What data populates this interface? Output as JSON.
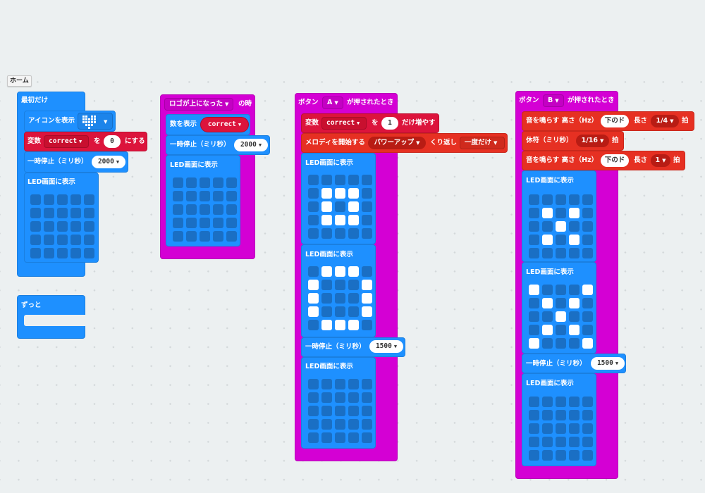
{
  "toolbar": {
    "home_label": "ホーム"
  },
  "colors": {
    "workspace_bg": "#ecf0f1",
    "basic_blue": "#1e90ff",
    "input_magenta": "#d400d4",
    "variables_crimson": "#dc143c",
    "music_red": "#e63022",
    "led_off": "#1a6fc4",
    "led_on": "#ffffff"
  },
  "stacks": {
    "on_start": {
      "hat": "最初だけ",
      "show_icon": {
        "label": "アイコンを表示",
        "icon": "heart-icon"
      },
      "set_var": {
        "label": "変数",
        "var": "correct",
        "to": "を",
        "value": "0",
        "suffix": "にする"
      },
      "pause": {
        "label": "一時停止（ミリ秒）",
        "value": "2000"
      },
      "show_leds": {
        "label": "LED画面に表示",
        "leds": [
          [
            0,
            0,
            0,
            0,
            0
          ],
          [
            0,
            0,
            0,
            0,
            0
          ],
          [
            0,
            0,
            0,
            0,
            0
          ],
          [
            0,
            0,
            0,
            0,
            0
          ],
          [
            0,
            0,
            0,
            0,
            0
          ]
        ]
      }
    },
    "forever": {
      "hat": "ずっと"
    },
    "on_logo_up": {
      "event": "ロゴが上になった",
      "suffix": "の時",
      "show_number": {
        "label": "数を表示",
        "var": "correct"
      },
      "pause": {
        "label": "一時停止（ミリ秒）",
        "value": "2000"
      },
      "show_leds": {
        "label": "LED画面に表示",
        "leds": [
          [
            0,
            0,
            0,
            0,
            0
          ],
          [
            0,
            0,
            0,
            0,
            0
          ],
          [
            0,
            0,
            0,
            0,
            0
          ],
          [
            0,
            0,
            0,
            0,
            0
          ],
          [
            0,
            0,
            0,
            0,
            0
          ]
        ]
      }
    },
    "on_button_a": {
      "prefix": "ボタン",
      "button": "A",
      "suffix": "が押されたとき",
      "change_var": {
        "label": "変数",
        "var": "correct",
        "by": "を",
        "value": "1",
        "suffix": "だけ増やす"
      },
      "melody": {
        "label": "メロディを開始する",
        "melody": "パワーアップ",
        "repeat_label": "くり返し",
        "repeat": "一度だけ"
      },
      "show_leds_1": {
        "label": "LED画面に表示",
        "leds": [
          [
            0,
            0,
            0,
            0,
            0
          ],
          [
            0,
            1,
            1,
            1,
            0
          ],
          [
            0,
            1,
            0,
            1,
            0
          ],
          [
            0,
            1,
            1,
            1,
            0
          ],
          [
            0,
            0,
            0,
            0,
            0
          ]
        ]
      },
      "show_leds_2": {
        "label": "LED画面に表示",
        "leds": [
          [
            0,
            1,
            1,
            1,
            0
          ],
          [
            1,
            0,
            0,
            0,
            1
          ],
          [
            1,
            0,
            0,
            0,
            1
          ],
          [
            1,
            0,
            0,
            0,
            1
          ],
          [
            0,
            1,
            1,
            1,
            0
          ]
        ]
      },
      "pause": {
        "label": "一時停止（ミリ秒）",
        "value": "1500"
      },
      "show_leds_3": {
        "label": "LED画面に表示",
        "leds": [
          [
            0,
            0,
            0,
            0,
            0
          ],
          [
            0,
            0,
            0,
            0,
            0
          ],
          [
            0,
            0,
            0,
            0,
            0
          ],
          [
            0,
            0,
            0,
            0,
            0
          ],
          [
            0,
            0,
            0,
            0,
            0
          ]
        ]
      }
    },
    "on_button_b": {
      "prefix": "ボタン",
      "button": "B",
      "suffix": "が押されたとき",
      "play_tone_1": {
        "label": "音を鳴らす 高さ（Hz）",
        "note": "下のド",
        "length_label": "長さ",
        "length": "1/4",
        "beat": "拍"
      },
      "rest": {
        "label": "休符（ミリ秒）",
        "length": "1/16",
        "beat": "拍"
      },
      "play_tone_2": {
        "label": "音を鳴らす 高さ（Hz）",
        "note": "下のド",
        "length_label": "長さ",
        "length": "1",
        "beat": "拍"
      },
      "show_leds_1": {
        "label": "LED画面に表示",
        "leds": [
          [
            0,
            0,
            0,
            0,
            0
          ],
          [
            0,
            1,
            0,
            1,
            0
          ],
          [
            0,
            0,
            1,
            0,
            0
          ],
          [
            0,
            1,
            0,
            1,
            0
          ],
          [
            0,
            0,
            0,
            0,
            0
          ]
        ]
      },
      "show_leds_2": {
        "label": "LED画面に表示",
        "leds": [
          [
            1,
            0,
            0,
            0,
            1
          ],
          [
            0,
            1,
            0,
            1,
            0
          ],
          [
            0,
            0,
            1,
            0,
            0
          ],
          [
            0,
            1,
            0,
            1,
            0
          ],
          [
            1,
            0,
            0,
            0,
            1
          ]
        ]
      },
      "pause": {
        "label": "一時停止（ミリ秒）",
        "value": "1500"
      },
      "show_leds_3": {
        "label": "LED画面に表示",
        "leds": [
          [
            0,
            0,
            0,
            0,
            0
          ],
          [
            0,
            0,
            0,
            0,
            0
          ],
          [
            0,
            0,
            0,
            0,
            0
          ],
          [
            0,
            0,
            0,
            0,
            0
          ],
          [
            0,
            0,
            0,
            0,
            0
          ]
        ]
      }
    }
  }
}
